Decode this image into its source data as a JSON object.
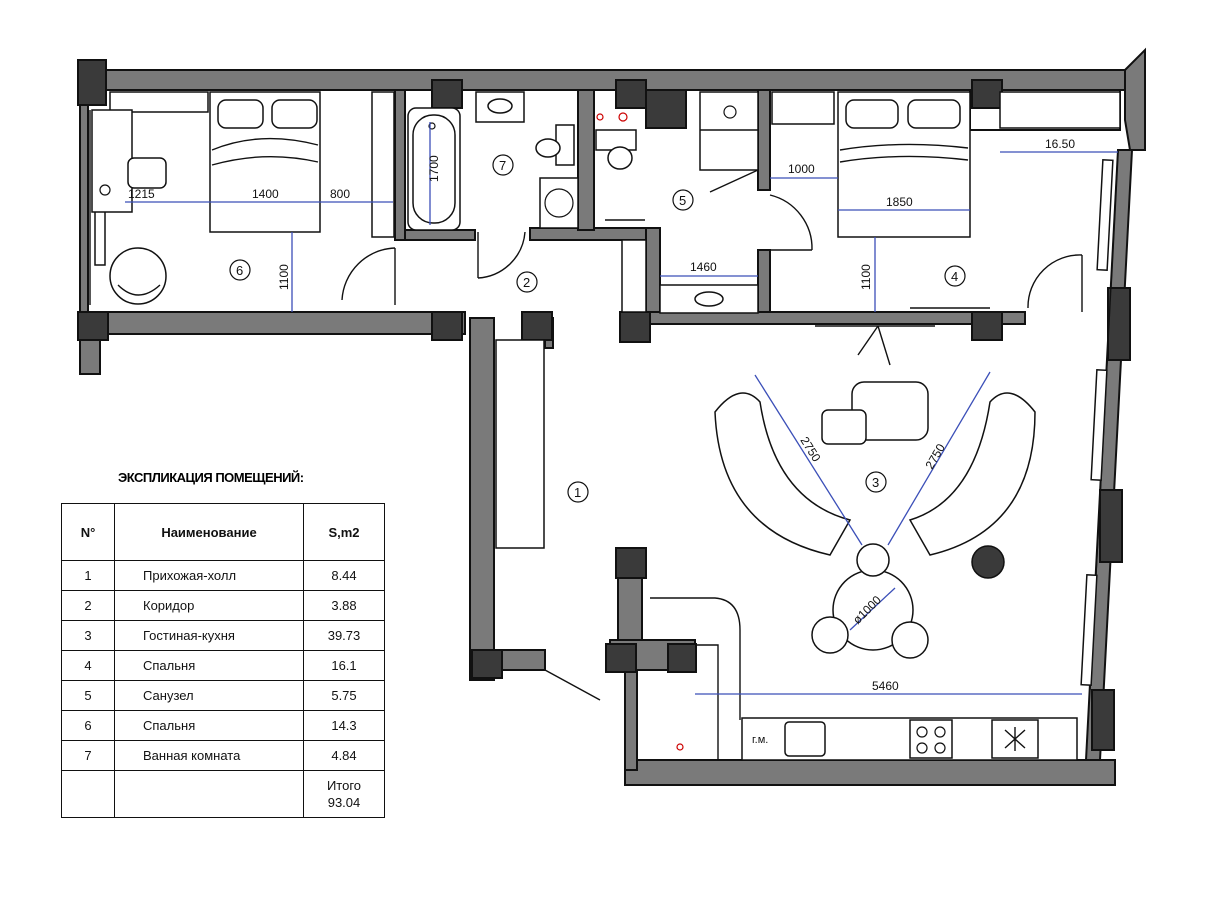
{
  "explication": {
    "title": "ЭКСПЛИКАЦИЯ ПОМЕЩЕНИЙ:",
    "headers": [
      "N°",
      "Наименование",
      "S,m2"
    ],
    "rows": [
      {
        "n": "1",
        "name": "Прихожая-холл",
        "area": "8.44"
      },
      {
        "n": "2",
        "name": "Коридор",
        "area": "3.88"
      },
      {
        "n": "3",
        "name": "Гостиная-кухня",
        "area": "39.73"
      },
      {
        "n": "4",
        "name": "Спальня",
        "area": "16.1"
      },
      {
        "n": "5",
        "name": "Санузел",
        "area": "5.75"
      },
      {
        "n": "6",
        "name": "Спальня",
        "area": "14.3"
      },
      {
        "n": "7",
        "name": "Ванная комната",
        "area": "4.84"
      }
    ],
    "total_label": "Итого",
    "total_value": "93.04"
  },
  "rooms": {
    "r1": "1",
    "r2": "2",
    "r3": "3",
    "r4": "4",
    "r5": "5",
    "r6": "6",
    "r7": "7"
  },
  "dimensions": {
    "d1215": "1215",
    "d1400": "1400",
    "d800": "800",
    "d1100a": "1100",
    "d1700": "1700",
    "d1000": "1000",
    "d1850": "1850",
    "d1650": "16.50",
    "d1460": "1460",
    "d1100b": "1100",
    "d2750a": "2750",
    "d2750b": "2750",
    "d5460": "5460",
    "d1000c": "ø1000"
  },
  "labels": {
    "gm": "г.м."
  },
  "colors": {
    "wall": "#7a7a7a",
    "pier": "#3a3a3a",
    "dimension": "#3b4fb8",
    "line": "#111111"
  }
}
